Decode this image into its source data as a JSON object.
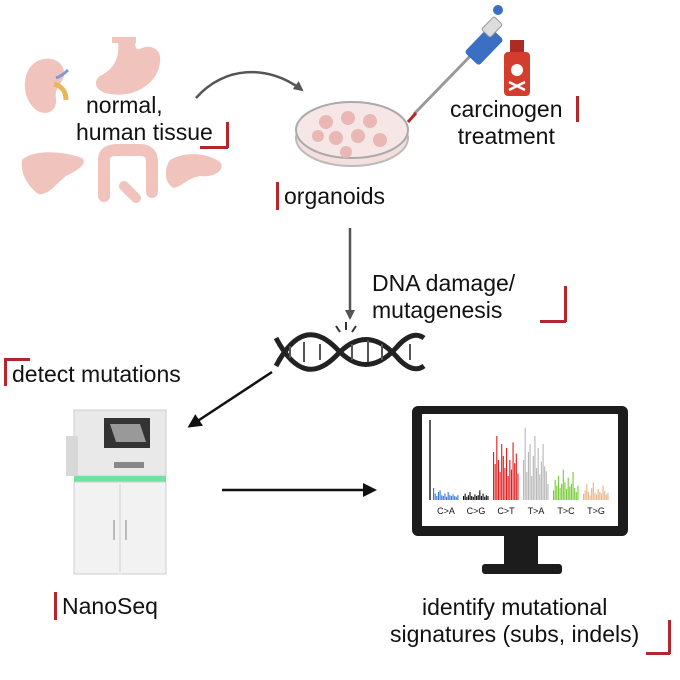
{
  "labels": {
    "normal_tissue": [
      "normal,",
      "human tissue"
    ],
    "carcinogen": [
      "carcinogen",
      "treatment"
    ],
    "organoids": "organoids",
    "dna_damage": [
      "DNA damage/",
      "mutagenesis"
    ],
    "detect_mutations": "detect mutations",
    "nanoseq": "NanoSeq",
    "identify": [
      "identify mutational",
      "signatures (subs, indels)"
    ]
  },
  "chart_data": {
    "type": "bar",
    "categories": [
      "C>A",
      "C>G",
      "C>T",
      "T>A",
      "T>C",
      "T>G"
    ],
    "series_colors": [
      "#3a7bd5",
      "#111111",
      "#e02020",
      "#b8b8b8",
      "#7acc3a",
      "#e8b48a"
    ]
  },
  "colors": {
    "accent": "#b3262e",
    "pink": "#e9b7b4"
  }
}
